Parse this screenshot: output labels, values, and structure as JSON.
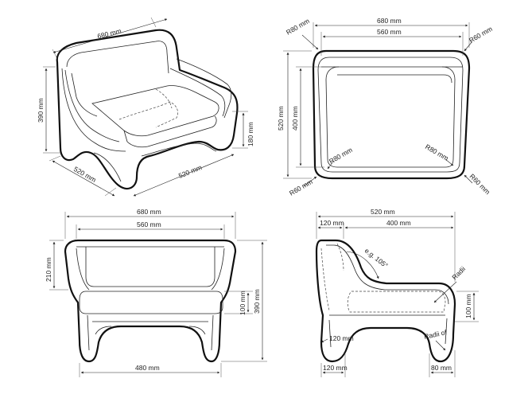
{
  "iso_view": {
    "width": "680 mm",
    "depth": "520 mm",
    "height": "390 mm",
    "seat_height": "180 mm",
    "depth_right": "520 mm"
  },
  "top_view": {
    "width": "680 mm",
    "inner_width": "560 mm",
    "depth": "520 mm",
    "inner_depth": "400 mm",
    "r_top_left": "R80 mm",
    "r_top_right": "R60 mm",
    "r_inner_left": "R80 mm",
    "r_inner_right": "R80 mm",
    "r_bottom_left": "R60 mm",
    "r_bottom_right": "R60 mm"
  },
  "front_view": {
    "width": "680 mm",
    "inner_width": "560 mm",
    "arm_height": "210 mm",
    "seat_thickness": "100 mm",
    "height": "390 mm",
    "base_width": "480 mm"
  },
  "side_view": {
    "depth": "520 mm",
    "top_left": "120 mm",
    "top_span": "400 mm",
    "angle": "e.g. 105°",
    "radii_top": "Radii",
    "height_right": "100 mm",
    "radius_left": "120 mm",
    "radii_bottom": "Radii of",
    "bottom_left": "120 mm",
    "bottom_right": "80 mm"
  }
}
